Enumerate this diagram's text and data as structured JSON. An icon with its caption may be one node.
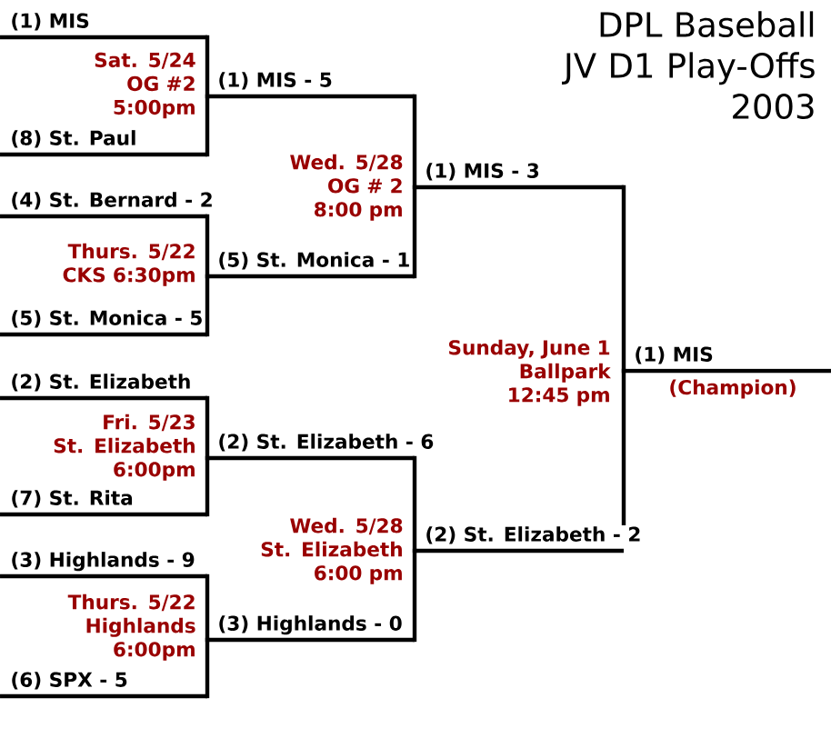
{
  "diagram": {
    "title": "DPL Baseball JV D1 Play-Offs 2003",
    "nodes": [
      {
        "text": [
          "(1) MIS"
        ]
      },
      {
        "text": [
          "(8) St. Paul"
        ]
      },
      {
        "text": [
          "(4) St. Bernard - 2"
        ]
      },
      {
        "text": [
          "(5) St. Monica - 5"
        ]
      },
      {
        "text": [
          "(2) St. Elizabeth"
        ]
      },
      {
        "text": [
          "(7) St. Rita"
        ]
      },
      {
        "text": [
          "(3) Highlands - 9"
        ]
      },
      {
        "text": [
          "(6) SPX - 5"
        ]
      },
      {
        "text": [
          "(1) MIS - 5"
        ]
      },
      {
        "text": [
          "(5) St. Monica - 1"
        ]
      },
      {
        "text": [
          "(2) St. Elizabeth - 6"
        ]
      },
      {
        "text": [
          "(3) Highlands - 0"
        ]
      },
      {
        "text": [
          "(1) MIS - 3"
        ]
      },
      {
        "text": [
          "(2) St. Elizabeth - 2"
        ]
      },
      {
        "text": [
          "(1) MIS"
        ],
        "beside": [
          "(Champion)"
        ]
      }
    ],
    "edges": [
      {
        "from": 0,
        "to": 8,
        "arrow": "none"
      },
      {
        "from": 1,
        "to": 8,
        "arrow": "none"
      },
      {
        "from": 2,
        "to": 9,
        "arrow": "none"
      },
      {
        "from": 3,
        "to": 9,
        "arrow": "none"
      },
      {
        "from": 4,
        "to": 10,
        "arrow": "none"
      },
      {
        "from": 5,
        "to": 10,
        "arrow": "none"
      },
      {
        "from": 6,
        "to": 11,
        "arrow": "none"
      },
      {
        "from": 7,
        "to": 11,
        "arrow": "none"
      },
      {
        "from": 8,
        "to": 12,
        "arrow": "none"
      },
      {
        "from": 9,
        "to": 12,
        "arrow": "none"
      },
      {
        "from": 10,
        "to": 13,
        "arrow": "none"
      },
      {
        "from": 11,
        "to": 13,
        "arrow": "none"
      },
      {
        "from": 12,
        "to": 14,
        "arrow": "none"
      },
      {
        "from": 13,
        "to": 14,
        "arrow": "none"
      }
    ],
    "labels": [
      "Sat. 5/24 OG #2 5:00pm",
      "Wed. 5/28 OG # 2 8:00 pm",
      "Thurs. 5/22 CKS 6:30pm",
      "Sunday, June 1 Ballpark 12:45 pm",
      "Fri. 5/23 St. Elizabeth 6:00pm",
      "Wed. 5/28 St. Elizabeth 6:00 pm",
      "Thurs. 5/22 Highlands 6:00pm"
    ]
  }
}
